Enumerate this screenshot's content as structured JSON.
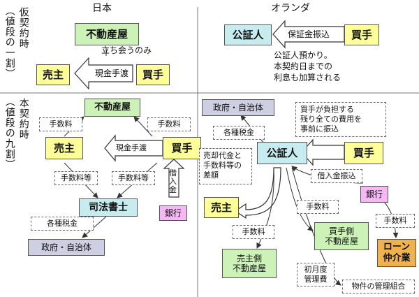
{
  "headers": {
    "japan": "日本",
    "netherlands": "オランダ"
  },
  "left_labels": {
    "provisional": [
      "仮契約時",
      "（値段の一割）"
    ],
    "main": [
      "本契約時",
      "（値段の九割）"
    ]
  },
  "japan_provisional": {
    "realtor": "不動産屋",
    "witness_note": "立ち会うのみ",
    "seller": "売主",
    "buyer": "買手",
    "cash": "現金手渡"
  },
  "nl_provisional": {
    "notary": "公証人",
    "buyer": "買手",
    "deposit_transfer": "保証金振込",
    "notes": [
      "公証人預かり。",
      "本契約日までの",
      "利息も加算される"
    ]
  },
  "japan_main": {
    "realtor": "不動産屋",
    "fee_left": "手数料",
    "fee_right": "手数料",
    "seller": "売主",
    "cash": "現金手渡",
    "buyer": "買手",
    "fee_etc_left": "手数料等",
    "fee_etc_right": "手数料等",
    "loan": "借入金",
    "scrivener": "司法書士",
    "bank": "銀行",
    "taxes": "各種税金",
    "government": "政府・自治体"
  },
  "nl_main": {
    "government": "政府・自治体",
    "taxes": "各種税金",
    "notary": "公証人",
    "buyer": "買手",
    "cost_note": [
      "買手が負担する",
      "残り全ての費用を",
      "事前に振込"
    ],
    "proceeds_note": [
      "売却代金と",
      "手数料等の",
      "差額"
    ],
    "loan_transfer": "借入金振込",
    "bank": "銀行",
    "seller": "売主",
    "fee_center": "手数料",
    "fee_bank": "手数料",
    "buyer_realtor": [
      "買手側",
      "不動産屋"
    ],
    "loan_broker": [
      "ローン",
      "仲介業"
    ],
    "fee_seller": "手数料",
    "seller_realtor": [
      "売主側",
      "不動産屋"
    ],
    "initial_fee": [
      "初月度",
      "管理費"
    ],
    "management": "物件の管理組合"
  }
}
